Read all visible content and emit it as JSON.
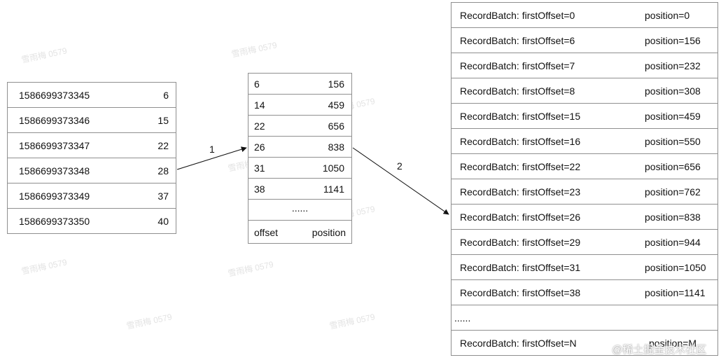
{
  "timeindex": {
    "rows": [
      {
        "timestamp": "1586699373345",
        "offset": "6"
      },
      {
        "timestamp": "1586699373346",
        "offset": "15"
      },
      {
        "timestamp": "1586699373347",
        "offset": "22"
      },
      {
        "timestamp": "1586699373348",
        "offset": "28"
      },
      {
        "timestamp": "1586699373349",
        "offset": "37"
      },
      {
        "timestamp": "1586699373350",
        "offset": "40"
      }
    ]
  },
  "offsetindex": {
    "rows": [
      {
        "offset": "6",
        "position": "156"
      },
      {
        "offset": "14",
        "position": "459"
      },
      {
        "offset": "22",
        "position": "656"
      },
      {
        "offset": "26",
        "position": "838"
      },
      {
        "offset": "31",
        "position": "1050"
      },
      {
        "offset": "38",
        "position": "1141"
      }
    ],
    "ellipsis": "......",
    "footer": {
      "offset_label": "offset",
      "position_label": "position"
    }
  },
  "logsegment": {
    "rows": [
      {
        "batch": "RecordBatch: firstOffset=0",
        "position": "position=0"
      },
      {
        "batch": "RecordBatch: firstOffset=6",
        "position": "position=156"
      },
      {
        "batch": "RecordBatch: firstOffset=7",
        "position": "position=232"
      },
      {
        "batch": "RecordBatch: firstOffset=8",
        "position": "position=308"
      },
      {
        "batch": "RecordBatch: firstOffset=15",
        "position": "position=459"
      },
      {
        "batch": "RecordBatch: firstOffset=16",
        "position": "position=550"
      },
      {
        "batch": "RecordBatch: firstOffset=22",
        "position": "position=656"
      },
      {
        "batch": "RecordBatch: firstOffset=23",
        "position": "position=762"
      },
      {
        "batch": "RecordBatch: firstOffset=26",
        "position": "position=838"
      },
      {
        "batch": "RecordBatch: firstOffset=29",
        "position": "position=944"
      },
      {
        "batch": "RecordBatch: firstOffset=31",
        "position": "position=1050"
      },
      {
        "batch": "RecordBatch: firstOffset=38",
        "position": "position=1141"
      }
    ],
    "ellipsis": "......",
    "last": {
      "batch": "RecordBatch: firstOffset=N",
      "position": "position=M"
    }
  },
  "arrows": {
    "step1": "1",
    "step2": "2"
  },
  "watermark": {
    "text": "@稀土掘金技术社区",
    "faint": "雪雨梅 0579"
  },
  "colors": {
    "border": "#8f8f8f",
    "arrow": "#111111",
    "text": "#111111"
  }
}
